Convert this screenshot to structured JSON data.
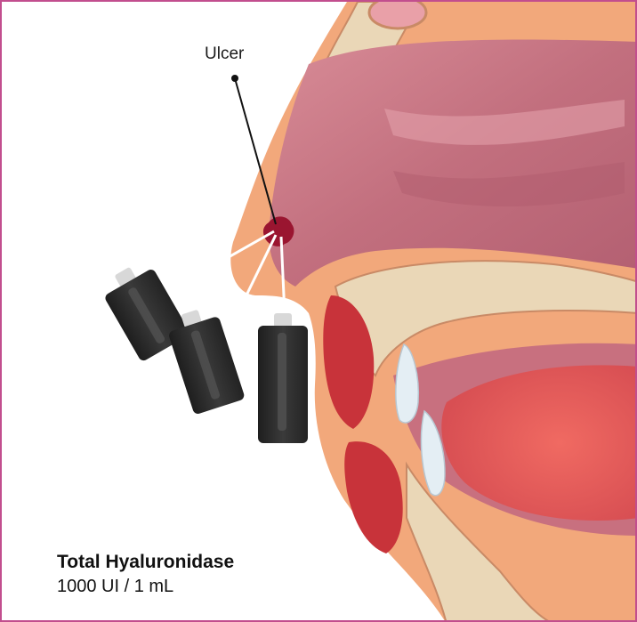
{
  "annotation": {
    "label": "Ulcer"
  },
  "caption": {
    "title": "Total Hyaluronidase",
    "dose": "1000 UI / 1 mL"
  },
  "colors": {
    "frame": "#c24e8e",
    "skin": "#f2a87b",
    "nasal_cavity": "#c8707f",
    "bone": "#ead7b7",
    "blood_red": "#c8333a",
    "ulcer": "#9a1530",
    "syringe": "#2f2f2f",
    "tongue": "#e0585a"
  },
  "icons": [
    "syringe-icon",
    "syringe-icon",
    "syringe-icon"
  ]
}
